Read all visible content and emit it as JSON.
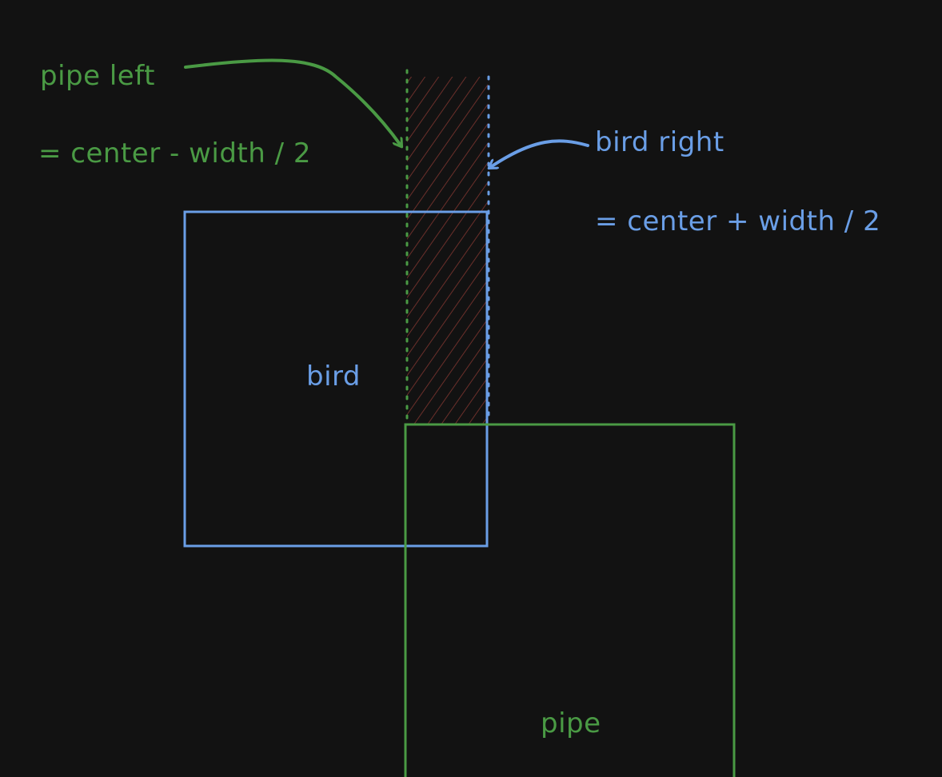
{
  "colors": {
    "background": "#121212",
    "bird": "#6a9ee6",
    "pipe": "#4a9a44",
    "overlap_hatch": "#6b2f2a"
  },
  "labels": {
    "pipe_left": "pipe left",
    "pipe_left_formula": "= center - width / 2",
    "bird_right": "bird right",
    "bird_right_formula": "= center + width / 2",
    "bird": "bird",
    "pipe": "pipe"
  }
}
